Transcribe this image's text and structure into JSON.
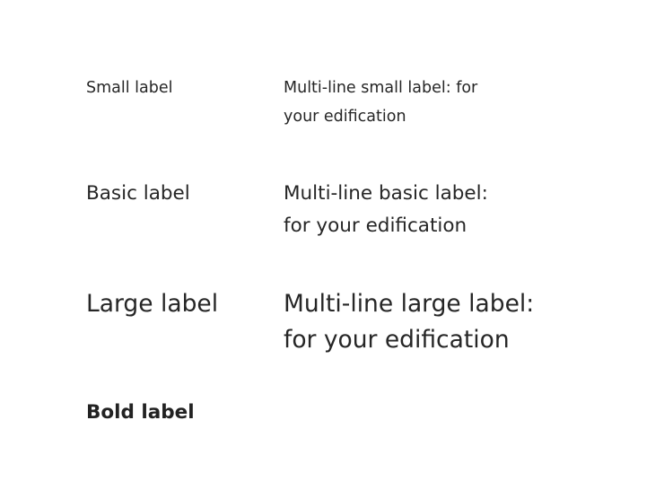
{
  "labels": {
    "small": {
      "single": "Small label",
      "multi_line1": "Multi-line small label: for",
      "multi_line2": "your edification"
    },
    "basic": {
      "single": "Basic label",
      "multi_line1": "Multi-line basic label:",
      "multi_line2": "for your edification"
    },
    "large": {
      "single": "Large label",
      "multi_line1": "Multi-line large label:",
      "multi_line2": "for your edification"
    },
    "bold": {
      "single": "Bold label"
    }
  },
  "colors": {
    "text": "#262626",
    "background": "#ffffff"
  }
}
